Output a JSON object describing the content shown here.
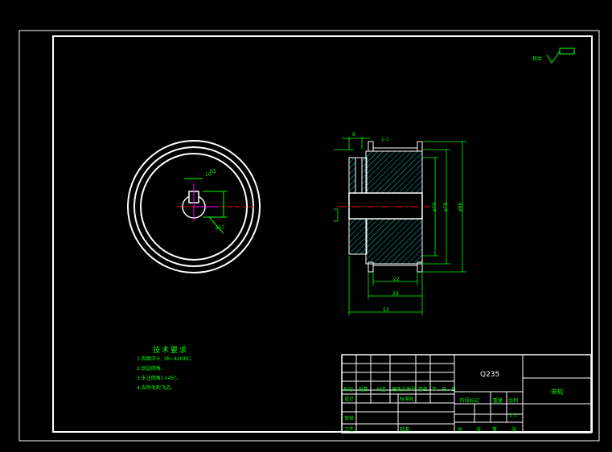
{
  "notes": {
    "title": "技术要求",
    "items": [
      "1.齿面淬火, 38~42HRC。",
      "2.锐边倒角。",
      "3.未注倒角1×45°。",
      "4.去除毛刺飞边。"
    ]
  },
  "title_block": {
    "material": "Q235",
    "part_name": "带轮",
    "scale": "1:1",
    "labels": {
      "mark": "标记",
      "count": "处数",
      "zone": "分区",
      "doc": "更改文件号",
      "sign": "签名",
      "date": "年、月、日",
      "design": "设计",
      "standard": "标准化",
      "stage": "阶段标记",
      "weight": "重量",
      "ratio": "比例",
      "review": "审核",
      "craft": "工艺",
      "approve": "批准",
      "total": "共",
      "sheet": "张",
      "of": "第",
      "page": "张"
    }
  },
  "dimensions": {
    "section": "1-1",
    "d_left": "ø",
    "d1": "8",
    "d2": "ø70",
    "d3": "ø78",
    "d4": "ø88",
    "w1": "22",
    "w2": "29",
    "w3": "53",
    "key": "10",
    "bore": "ø17",
    "r": "R5"
  },
  "roughness": "其余",
  "colors": {
    "frame": "#ffffff",
    "dimension": "#00ff00",
    "hatch": "#00ffff",
    "center": "#ff0000",
    "annot": "#ff00ff"
  }
}
